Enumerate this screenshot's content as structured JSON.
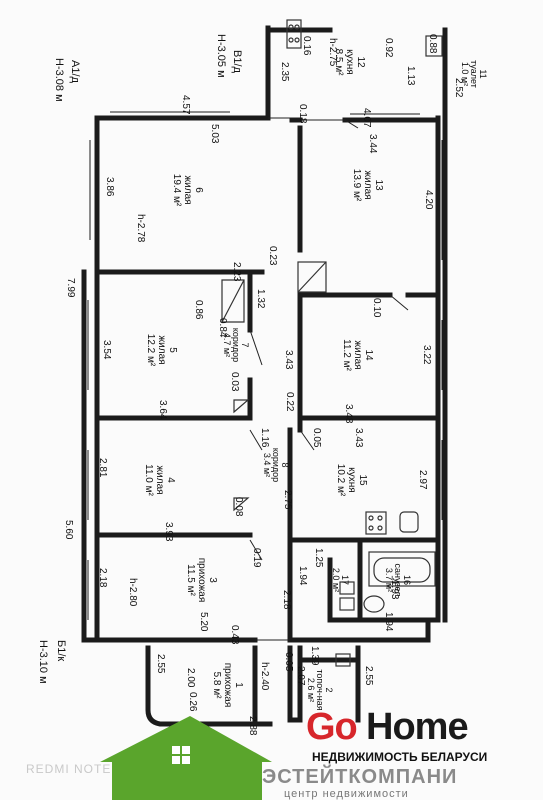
{
  "plan": {
    "levels": {
      "a1d": "А1/д",
      "a1d_h": "Н-3.08 м",
      "v1d": "В1/д",
      "v1d_h": "Н-3.05 м",
      "b1k": "Б1/к",
      "b1k_h": "Н-3.10 м"
    },
    "rooms": {
      "r1": {
        "num": "1",
        "name": "прихожая",
        "area": "5.8 м²",
        "h": "h-2.40"
      },
      "r2": {
        "num": "2",
        "name": "топоч-ная",
        "area": "2.6 м²"
      },
      "r3": {
        "num": "3",
        "name": "прихожая",
        "area": "11.5 м²",
        "h": "h-2.80"
      },
      "r4": {
        "num": "4",
        "name": "жилая",
        "area": "11.0 м²"
      },
      "r5": {
        "num": "5",
        "name": "жилая",
        "area": "12.2 м²"
      },
      "r6": {
        "num": "6",
        "name": "жилая",
        "area": "19.4 м²",
        "h": "h-2.78"
      },
      "r7": {
        "num": "7",
        "name": "коридор",
        "area": "4.7 м²"
      },
      "r8": {
        "num": "8",
        "name": "коридор",
        "area": "3.4 м²"
      },
      "r11": {
        "num": "11",
        "name": "туалет",
        "area": "1.0 м²"
      },
      "r12": {
        "num": "12",
        "name": "кухня",
        "area": "8.5 м²",
        "h": "h-2.75"
      },
      "r13": {
        "num": "13",
        "name": "жилая",
        "area": "13.9 м²"
      },
      "r14": {
        "num": "14",
        "name": "жилая",
        "area": "11.2 м²"
      },
      "r15": {
        "num": "15",
        "name": "кухня",
        "area": "10.2 м²"
      },
      "r16": {
        "num": "16",
        "name": "санузел",
        "area": "3.7 м²"
      },
      "r17": {
        "num": "17",
        "name": "",
        "area": "2.0 м²"
      }
    },
    "dims": {
      "d457": "4.57",
      "d503": "5.03",
      "d386": "3.86",
      "d799": "7.99",
      "d223": "2.23",
      "d086": "0.86",
      "d084": "0.84",
      "d132": "1.32",
      "d023": "0.23",
      "d354": "3.54",
      "d343a": "3.43",
      "d022": "0.22",
      "d364": "3.64",
      "d003": "0.03",
      "d116": "1.16",
      "d005a": "0.05",
      "d281": "2.81",
      "d275": "2.75",
      "d008": "0.08",
      "d393": "3.93",
      "d019": "0.19",
      "d560": "5.60",
      "d218a": "2.18",
      "d520": "5.20",
      "d043": "0.43",
      "d407": "4.07",
      "d344": "3.44",
      "d420": "4.20",
      "d010": "0.10",
      "d322": "3.22",
      "d348": "3.48",
      "d343b": "3.43",
      "d297": "2.97",
      "d125": "1.25",
      "d194a": "1.94",
      "d218b": "2.18",
      "d193": "1.93",
      "d194b": "1.94",
      "d139": "1.39",
      "d005b": "0.05",
      "d207": "2.07",
      "d255a": "2.55",
      "d200": "2.00",
      "d026": "0.26",
      "d288": "2.88",
      "d255b": "2.55",
      "d016": "0.16",
      "d235": "2.35",
      "d018": "0.18",
      "d092": "0.92",
      "d113": "1.13",
      "d252": "2.52",
      "d088": "0.88"
    }
  },
  "brand": {
    "go": "Go",
    "home": "Home",
    "sub": "НЕДВИЖИМОСТЬ БЕЛАРУСИ",
    "estate": "ЭСТЕЙТКОМПАНИ",
    "center": "центр недвижимости",
    "house_color": "#5aa52c",
    "red": "#d7262b"
  },
  "watermark": "REDMI NOTE"
}
